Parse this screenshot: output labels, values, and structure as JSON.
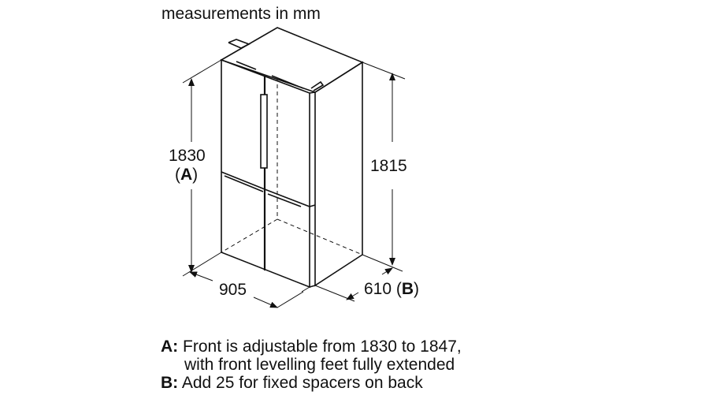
{
  "title": "measurements in mm",
  "dimensions": {
    "height_front": "1830",
    "height_front_note": "A",
    "height_back": "1815",
    "width": "905",
    "depth": "610",
    "depth_note": "B"
  },
  "notes": [
    {
      "key": "A:",
      "line1": "Front is adjustable from 1830 to 1847,",
      "line2": "with front levelling feet fully extended"
    },
    {
      "key": "B:",
      "line1": "Add 25 for fixed spacers on back"
    }
  ]
}
